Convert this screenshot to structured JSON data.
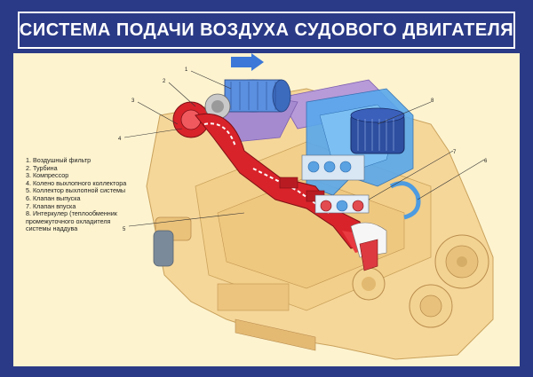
{
  "title": "СИСТЕМА ПОДАЧИ ВОЗДУХА СУДОВОГО ДВИГАТЕЛЯ",
  "legend": [
    "1. Воздушный фильтр",
    "2. Турбина",
    "3. Компрессор",
    "4. Колено выхлопного коллектора",
    "5. Коллектор выхлопной системы",
    "6. Клапан выпуска",
    "7. Клапан впуска",
    "8. Интеркулер (теплообменник\nпромежуточного охладителя\nсистемы наддува"
  ],
  "callouts": [
    "1",
    "2",
    "3",
    "4",
    "5",
    "6",
    "7",
    "8"
  ],
  "colors": {
    "frame": "#2b3a86",
    "background": "#fdf3cf",
    "engine": "#f6d79a",
    "exhaust": "#d8232a",
    "intake": "#4d9be0",
    "intercooler": "#2e4fa0",
    "pipe": "#b79ad8"
  }
}
